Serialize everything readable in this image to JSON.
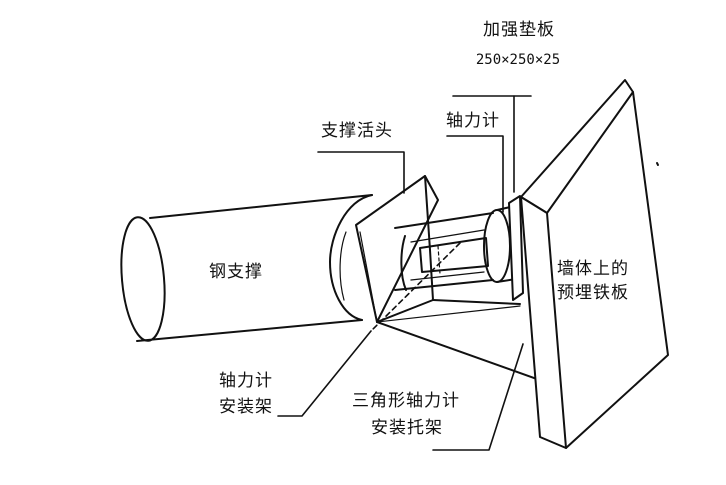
{
  "labels": {
    "reinforcing_plate": "加强垫板",
    "reinforcing_plate_size": "250×250×25",
    "support_head": "支撑活头",
    "axial_gauge": "轴力计",
    "steel_strut": "钢支撑",
    "wall_plate_line1": "墙体上的",
    "wall_plate_line2": "预埋铁板",
    "gauge_mount_line1": "轴力计",
    "gauge_mount_line2": "安装架",
    "triangle_bracket_line1": "三角形轴力计",
    "triangle_bracket_line2": "安装托架"
  }
}
